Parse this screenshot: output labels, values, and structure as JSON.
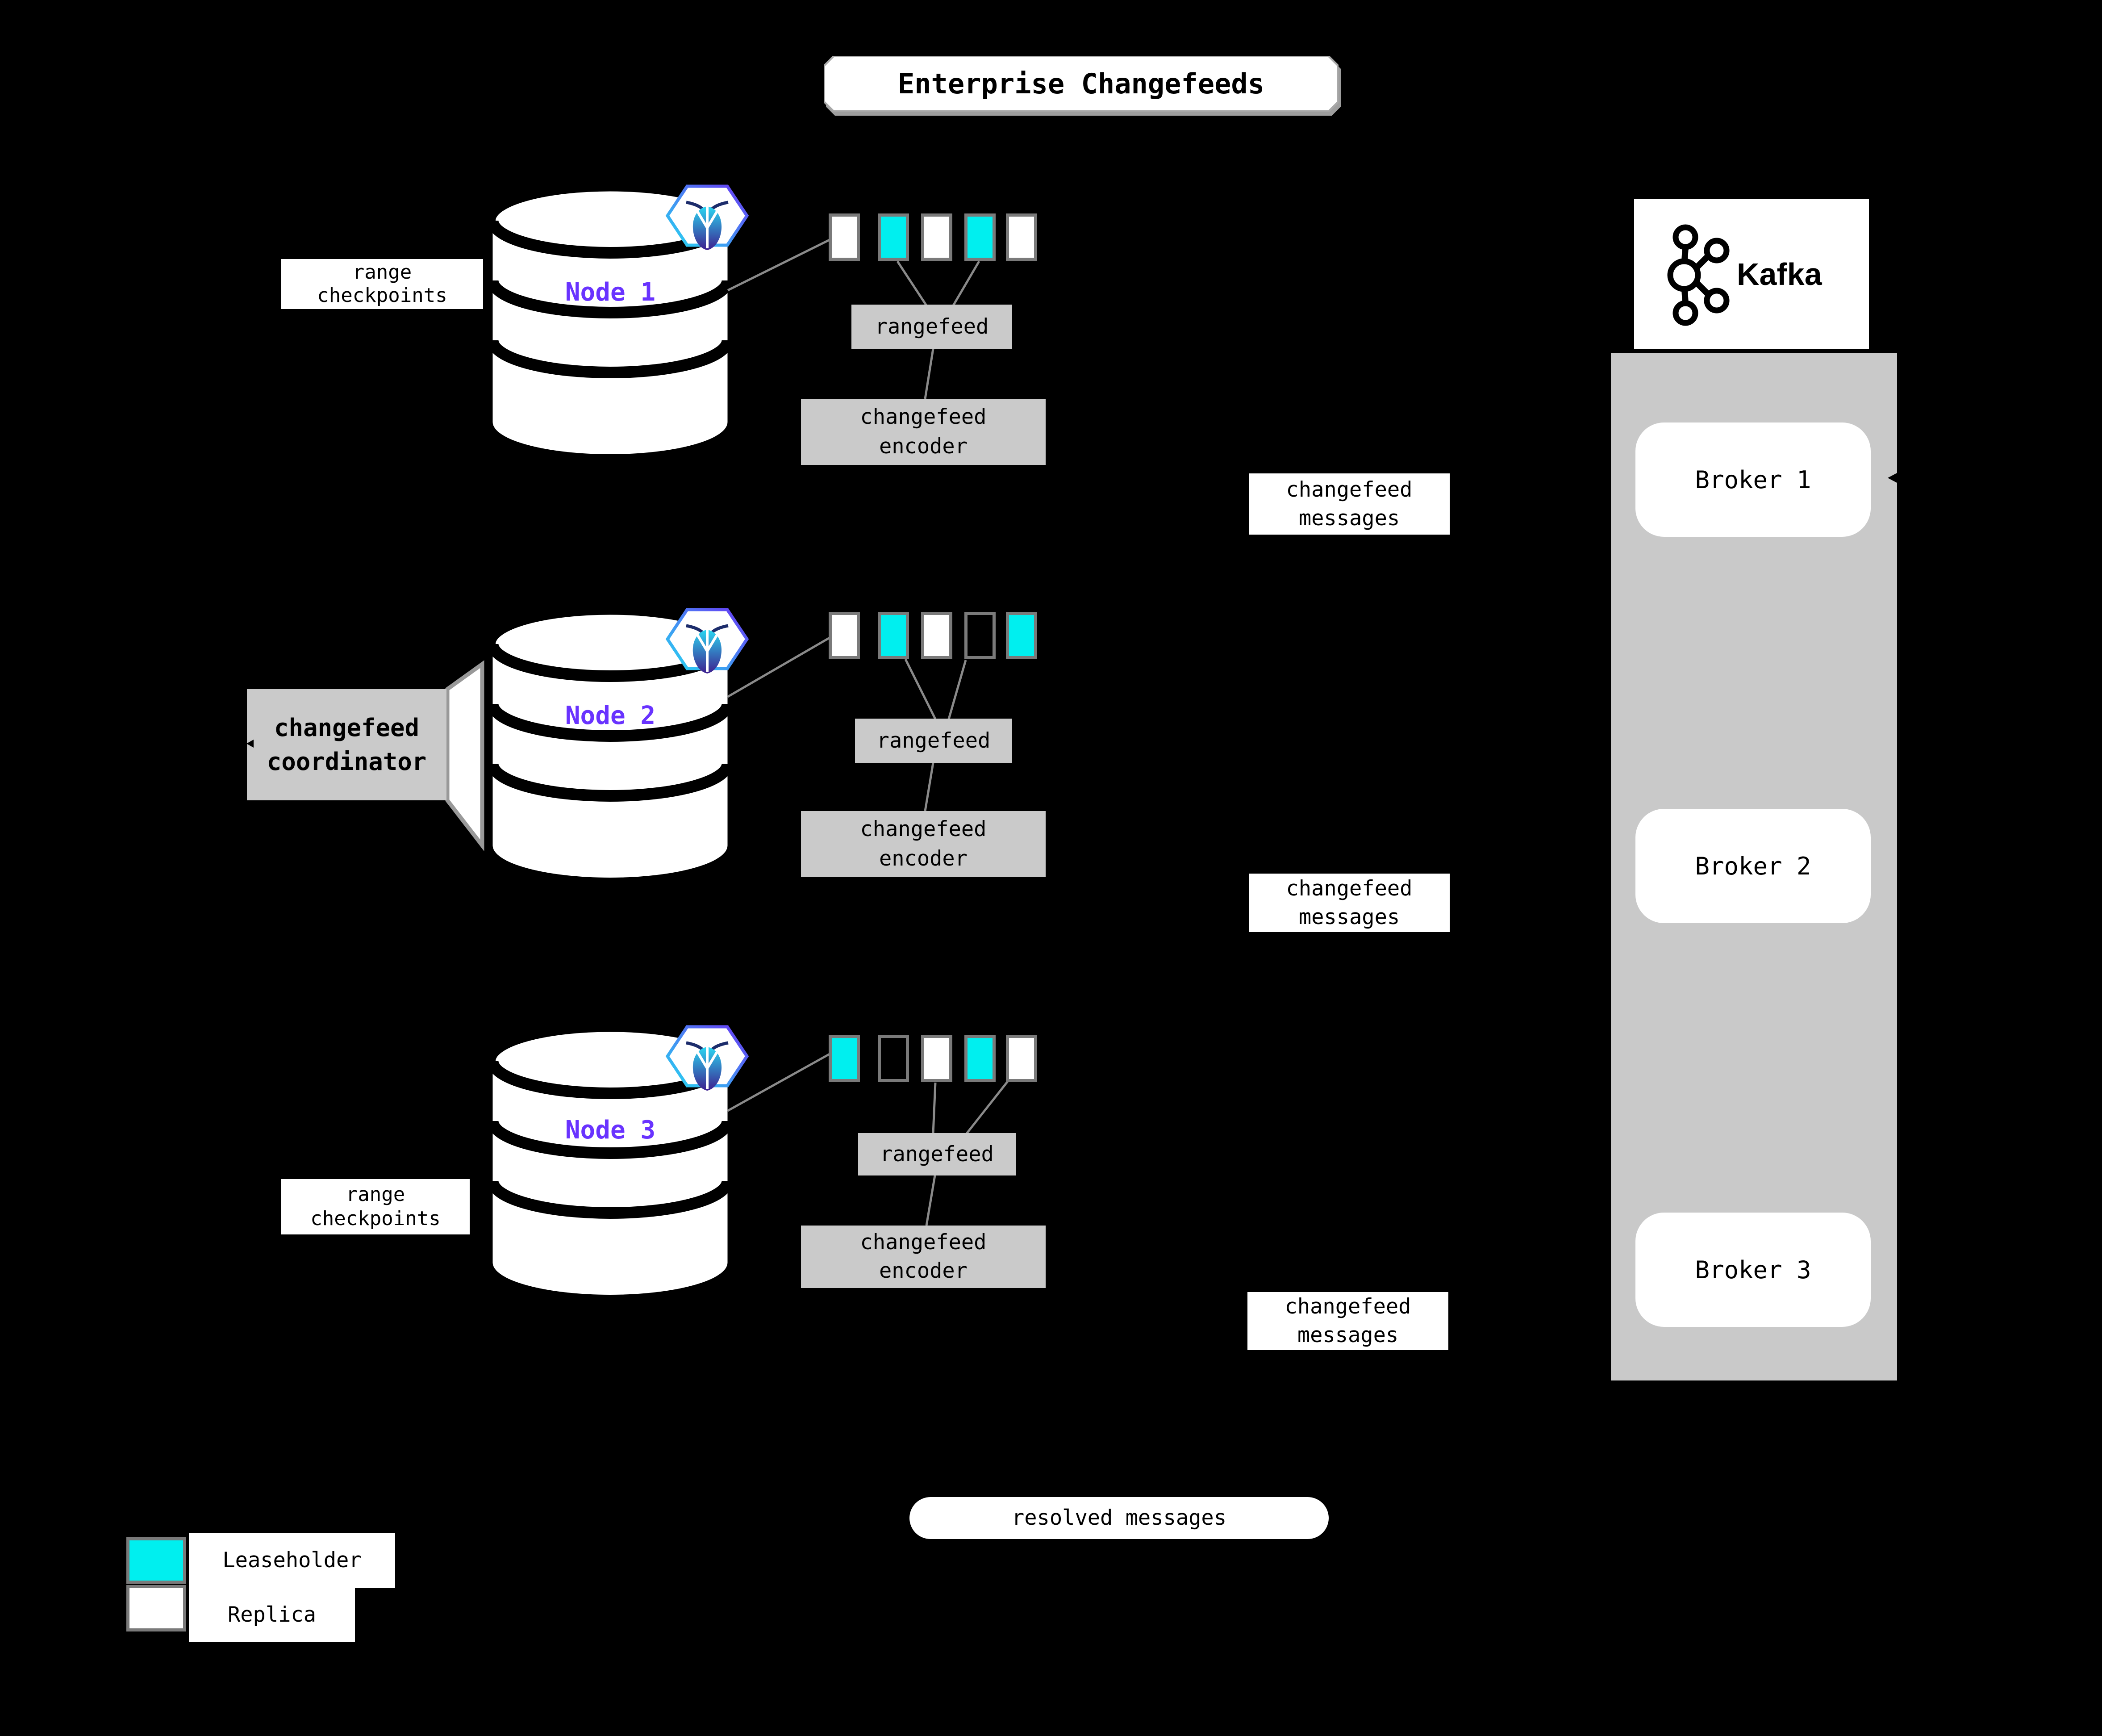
{
  "title": "Enterprise Changefeeds",
  "colors": {
    "background": "#000000",
    "leaseholder_cyan": "#00efef",
    "replica_white": "#ffffff",
    "label_gray": "#cacaca",
    "node_purple": "#6933ff",
    "line_gray": "#8a8a8a"
  },
  "nodes": [
    {
      "label": "Node 1",
      "rangefeed_label": "rangefeed",
      "encoder_line1": "changefeed",
      "encoder_line2": "encoder",
      "checkpoint_line1": "range",
      "checkpoint_line2": "checkpoints",
      "replicas": [
        "replica",
        "leaseholder",
        "replica",
        "leaseholder",
        "replica"
      ]
    },
    {
      "label": "Node 2",
      "rangefeed_label": "rangefeed",
      "encoder_line1": "changefeed",
      "encoder_line2": "encoder",
      "coordinator_line1": "changefeed",
      "coordinator_line2": "coordinator",
      "replicas": [
        "replica",
        "leaseholder",
        "replica",
        "empty",
        "leaseholder"
      ]
    },
    {
      "label": "Node 3",
      "rangefeed_label": "rangefeed",
      "encoder_line1": "changefeed",
      "encoder_line2": "encoder",
      "checkpoint_line1": "range",
      "checkpoint_line2": "checkpoints",
      "replicas": [
        "leaseholder",
        "empty",
        "replica",
        "leaseholder",
        "replica"
      ]
    }
  ],
  "messages": {
    "changefeed_line1": "changefeed",
    "changefeed_line2": "messages",
    "resolved": "resolved messages"
  },
  "kafka": {
    "label": "Kafka",
    "brokers": [
      "Broker 1",
      "Broker 2",
      "Broker 3"
    ]
  },
  "legend": {
    "leaseholder": "Leaseholder",
    "replica": "Replica"
  }
}
